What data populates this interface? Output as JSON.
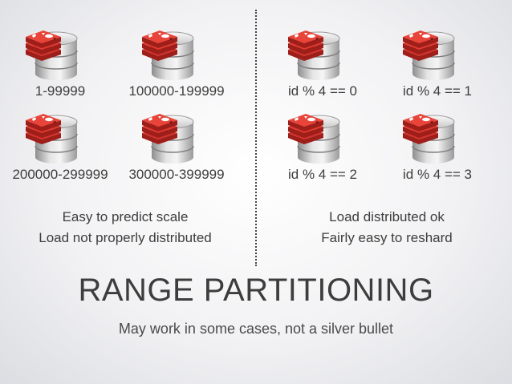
{
  "left": {
    "nodes": [
      {
        "label": "1-99999"
      },
      {
        "label": "100000-199999"
      },
      {
        "label": "200000-299999"
      },
      {
        "label": "300000-399999"
      }
    ],
    "notes": [
      "Easy to predict scale",
      "Load not properly distributed"
    ]
  },
  "right": {
    "nodes": [
      {
        "label": "id % 4 == 0"
      },
      {
        "label": "id % 4 == 1"
      },
      {
        "label": "id % 4 == 2"
      },
      {
        "label": "id % 4 == 3"
      }
    ],
    "notes": [
      "Load distributed ok",
      "Fairly easy to reshard"
    ]
  },
  "title": "RANGE PARTITIONING",
  "subtitle": "May work in some cases, not a silver bullet",
  "colors": {
    "logo_red": "#d3302a",
    "logo_dark": "#9e1e1a",
    "db_gray": "#b9b9b9",
    "text": "#3d3d3d"
  },
  "icons": {
    "database": "redis-database-icon"
  }
}
